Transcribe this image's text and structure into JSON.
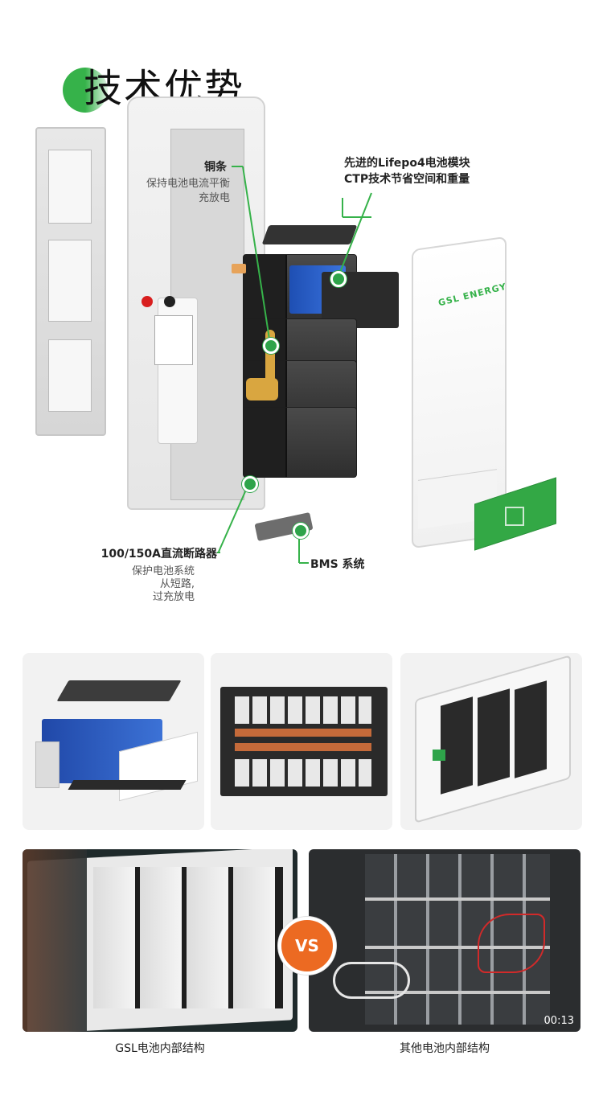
{
  "header": {
    "title": "技术优势",
    "accent_color": "#36b24a"
  },
  "annotations": {
    "copper": {
      "title": "铜条",
      "desc": [
        "保持电池电流平衡",
        "充放电"
      ]
    },
    "module": {
      "title": [
        "先进的Lifepo4电池模块",
        "CTP技术节省空间和重量"
      ]
    },
    "breaker": {
      "title": "100/150A直流断路器",
      "desc": [
        "保护电池系统",
        "从短路,",
        "过充放电"
      ]
    },
    "bms": {
      "title": "BMS 系统"
    }
  },
  "product": {
    "logo_text": "GSL ENERGY"
  },
  "comparison": {
    "vs_label": "VS",
    "left_caption": "GSL电池内部结构",
    "right_caption": "其他电池内部结构",
    "timestamp": "00:13",
    "badge_color": "#ec6a22"
  }
}
